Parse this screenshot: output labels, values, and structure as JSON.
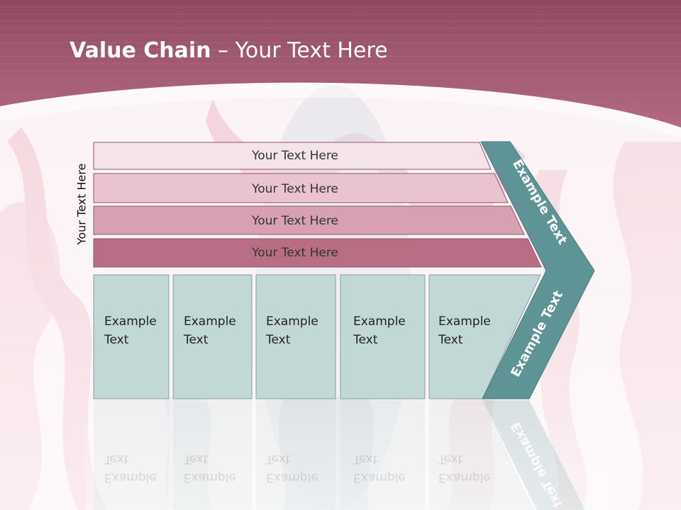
{
  "title": {
    "bold": "Value Chain",
    "rest": " – Your Text Here"
  },
  "side_label": "Your Text Here",
  "rows": [
    {
      "label": "Your Text Here"
    },
    {
      "label": "Your Text Here"
    },
    {
      "label": "Your Text Here"
    },
    {
      "label": "Your Text Here"
    }
  ],
  "boxes": [
    {
      "line1": "Example",
      "line2": "Text"
    },
    {
      "line1": "Example",
      "line2": "Text"
    },
    {
      "line1": "Example",
      "line2": "Text"
    },
    {
      "line1": "Example",
      "line2": "Text"
    },
    {
      "line1": "Example",
      "line2": "Text"
    }
  ],
  "chevron": {
    "upper": "Example Text",
    "lower": "Example Text"
  },
  "colors": {
    "header": "#a95b73",
    "row1": "#f4e3e9",
    "row2": "#e9c4ce",
    "row3": "#d8a1b1",
    "row4": "#b86f85",
    "box": "#c2d8d6",
    "chevron": "#5f9496"
  }
}
